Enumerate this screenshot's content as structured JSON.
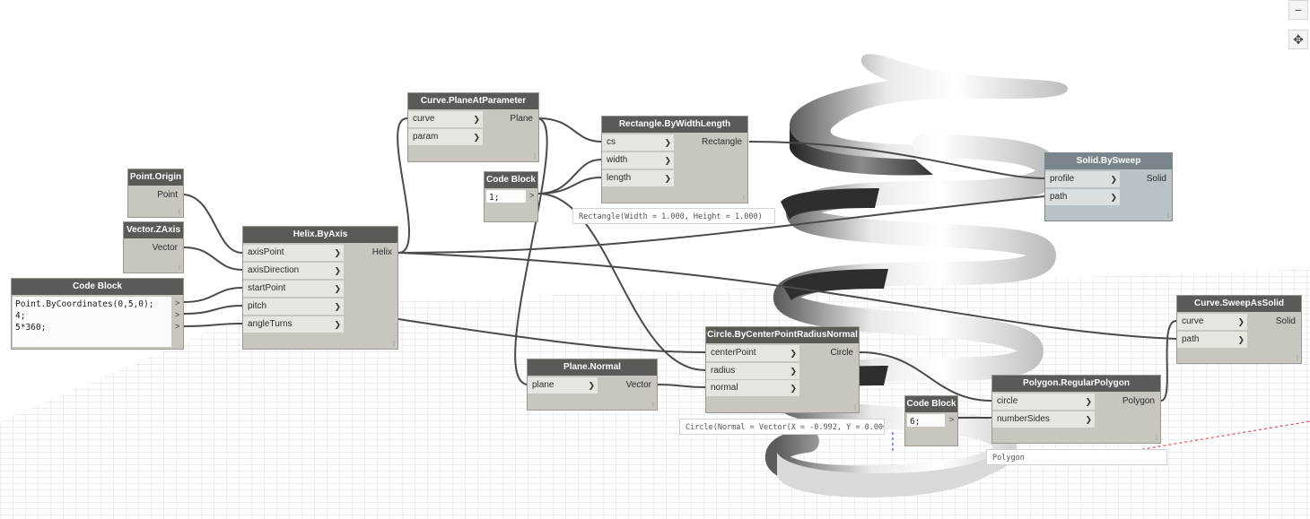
{
  "colors": {
    "wire": "#4a4a4a",
    "node_body": "#c9c6c0",
    "node_header": "#5b5a57",
    "selected_header": "#79858a"
  },
  "zoom": {
    "minus": "−",
    "pan": "✥"
  },
  "nodes": {
    "curve_plane": {
      "title": "Curve.PlaneAtParameter",
      "in": [
        "curve",
        "param"
      ],
      "out": "Plane"
    },
    "rectangle": {
      "title": "Rectangle.ByWidthLength",
      "in": [
        "cs",
        "width",
        "length"
      ],
      "out": "Rectangle"
    },
    "codeblock1": {
      "title": "Code Block",
      "code": "1;",
      "out": ">"
    },
    "point_origin": {
      "title": "Point.Origin",
      "out": "Point"
    },
    "vector_z": {
      "title": "Vector.ZAxis",
      "out": "Vector"
    },
    "helix": {
      "title": "Helix.ByAxis",
      "in": [
        "axisPoint",
        "axisDirection",
        "startPoint",
        "pitch",
        "angleTurns"
      ],
      "out": "Helix"
    },
    "codeblock_main": {
      "title": "Code Block",
      "code": "Point.ByCoordinates(0,5,0);\n4;\n5*360;",
      "outs": [
        ">",
        ">",
        ">"
      ]
    },
    "solid_sweep": {
      "title": "Solid.BySweep",
      "in": [
        "profile",
        "path"
      ],
      "out": "Solid"
    },
    "curve_sweep": {
      "title": "Curve.SweepAsSolid",
      "in": [
        "curve",
        "path"
      ],
      "out": "Solid"
    },
    "circle": {
      "title": "Circle.ByCenterPointRadiusNormal",
      "in": [
        "centerPoint",
        "radius",
        "normal"
      ],
      "out": "Circle"
    },
    "plane_normal": {
      "title": "Plane.Normal",
      "in": [
        "plane"
      ],
      "out": "Vector"
    },
    "codeblock6": {
      "title": "Code Block",
      "code": "6;",
      "out": ">"
    },
    "polygon": {
      "title": "Polygon.RegularPolygon",
      "in": [
        "circle",
        "numberSides"
      ],
      "out": "Polygon"
    }
  },
  "previews": {
    "rectangle": "Rectangle(Width = 1.000, Height = 1.000)",
    "circle": "Circle(Normal = Vector(X = -0.992, Y = 0.000",
    "polygon": "Polygon"
  }
}
